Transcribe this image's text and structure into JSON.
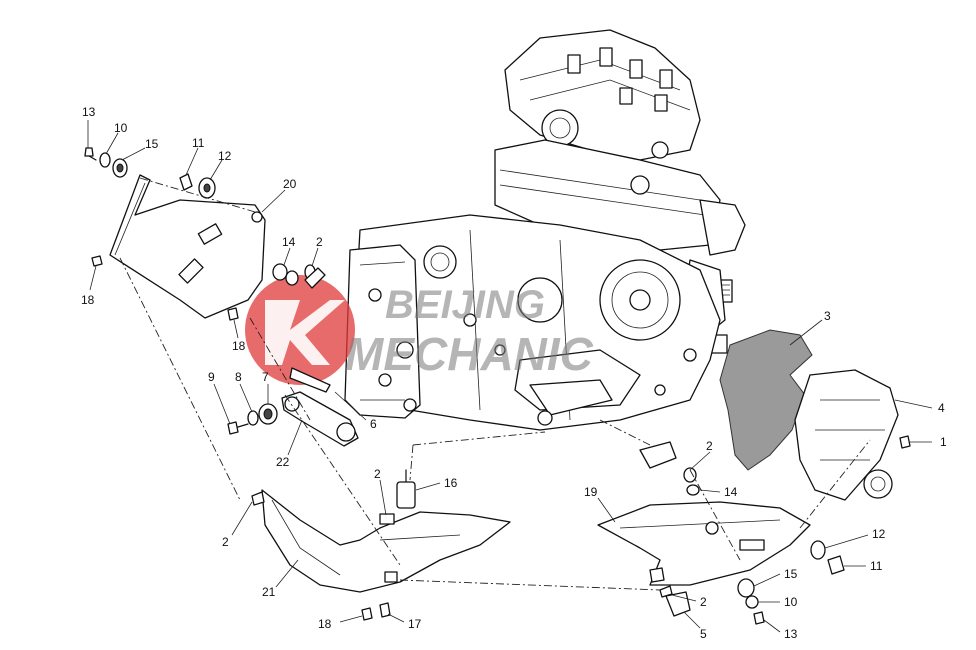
{
  "watermark": {
    "line1": "BEIJING",
    "line2": "MECHANIC",
    "colors": {
      "logo_red": "#e03a3a",
      "text_gray": "#7a7a7a"
    }
  },
  "callouts": [
    {
      "id": "c13a",
      "label": "13"
    },
    {
      "id": "c10a",
      "label": "10"
    },
    {
      "id": "c15a",
      "label": "15"
    },
    {
      "id": "c11a",
      "label": "11"
    },
    {
      "id": "c12a",
      "label": "12"
    },
    {
      "id": "c20",
      "label": "20"
    },
    {
      "id": "c14a",
      "label": "14"
    },
    {
      "id": "c2a",
      "label": "2"
    },
    {
      "id": "c18a",
      "label": "18"
    },
    {
      "id": "c18b",
      "label": "18"
    },
    {
      "id": "c9",
      "label": "9"
    },
    {
      "id": "c8",
      "label": "8"
    },
    {
      "id": "c7",
      "label": "7"
    },
    {
      "id": "c6",
      "label": "6"
    },
    {
      "id": "c22",
      "label": "22"
    },
    {
      "id": "c3",
      "label": "3"
    },
    {
      "id": "c4",
      "label": "4"
    },
    {
      "id": "c1",
      "label": "1"
    },
    {
      "id": "c2b",
      "label": "2"
    },
    {
      "id": "c14b",
      "label": "14"
    },
    {
      "id": "c16",
      "label": "16"
    },
    {
      "id": "c2c",
      "label": "2"
    },
    {
      "id": "c2d",
      "label": "2"
    },
    {
      "id": "c19",
      "label": "19"
    },
    {
      "id": "c12b",
      "label": "12"
    },
    {
      "id": "c11b",
      "label": "11"
    },
    {
      "id": "c21",
      "label": "21"
    },
    {
      "id": "c15b",
      "label": "15"
    },
    {
      "id": "c2e",
      "label": "2"
    },
    {
      "id": "c10b",
      "label": "10"
    },
    {
      "id": "c5",
      "label": "5"
    },
    {
      "id": "c13b",
      "label": "13"
    },
    {
      "id": "c18c",
      "label": "18"
    },
    {
      "id": "c17",
      "label": "17"
    }
  ]
}
